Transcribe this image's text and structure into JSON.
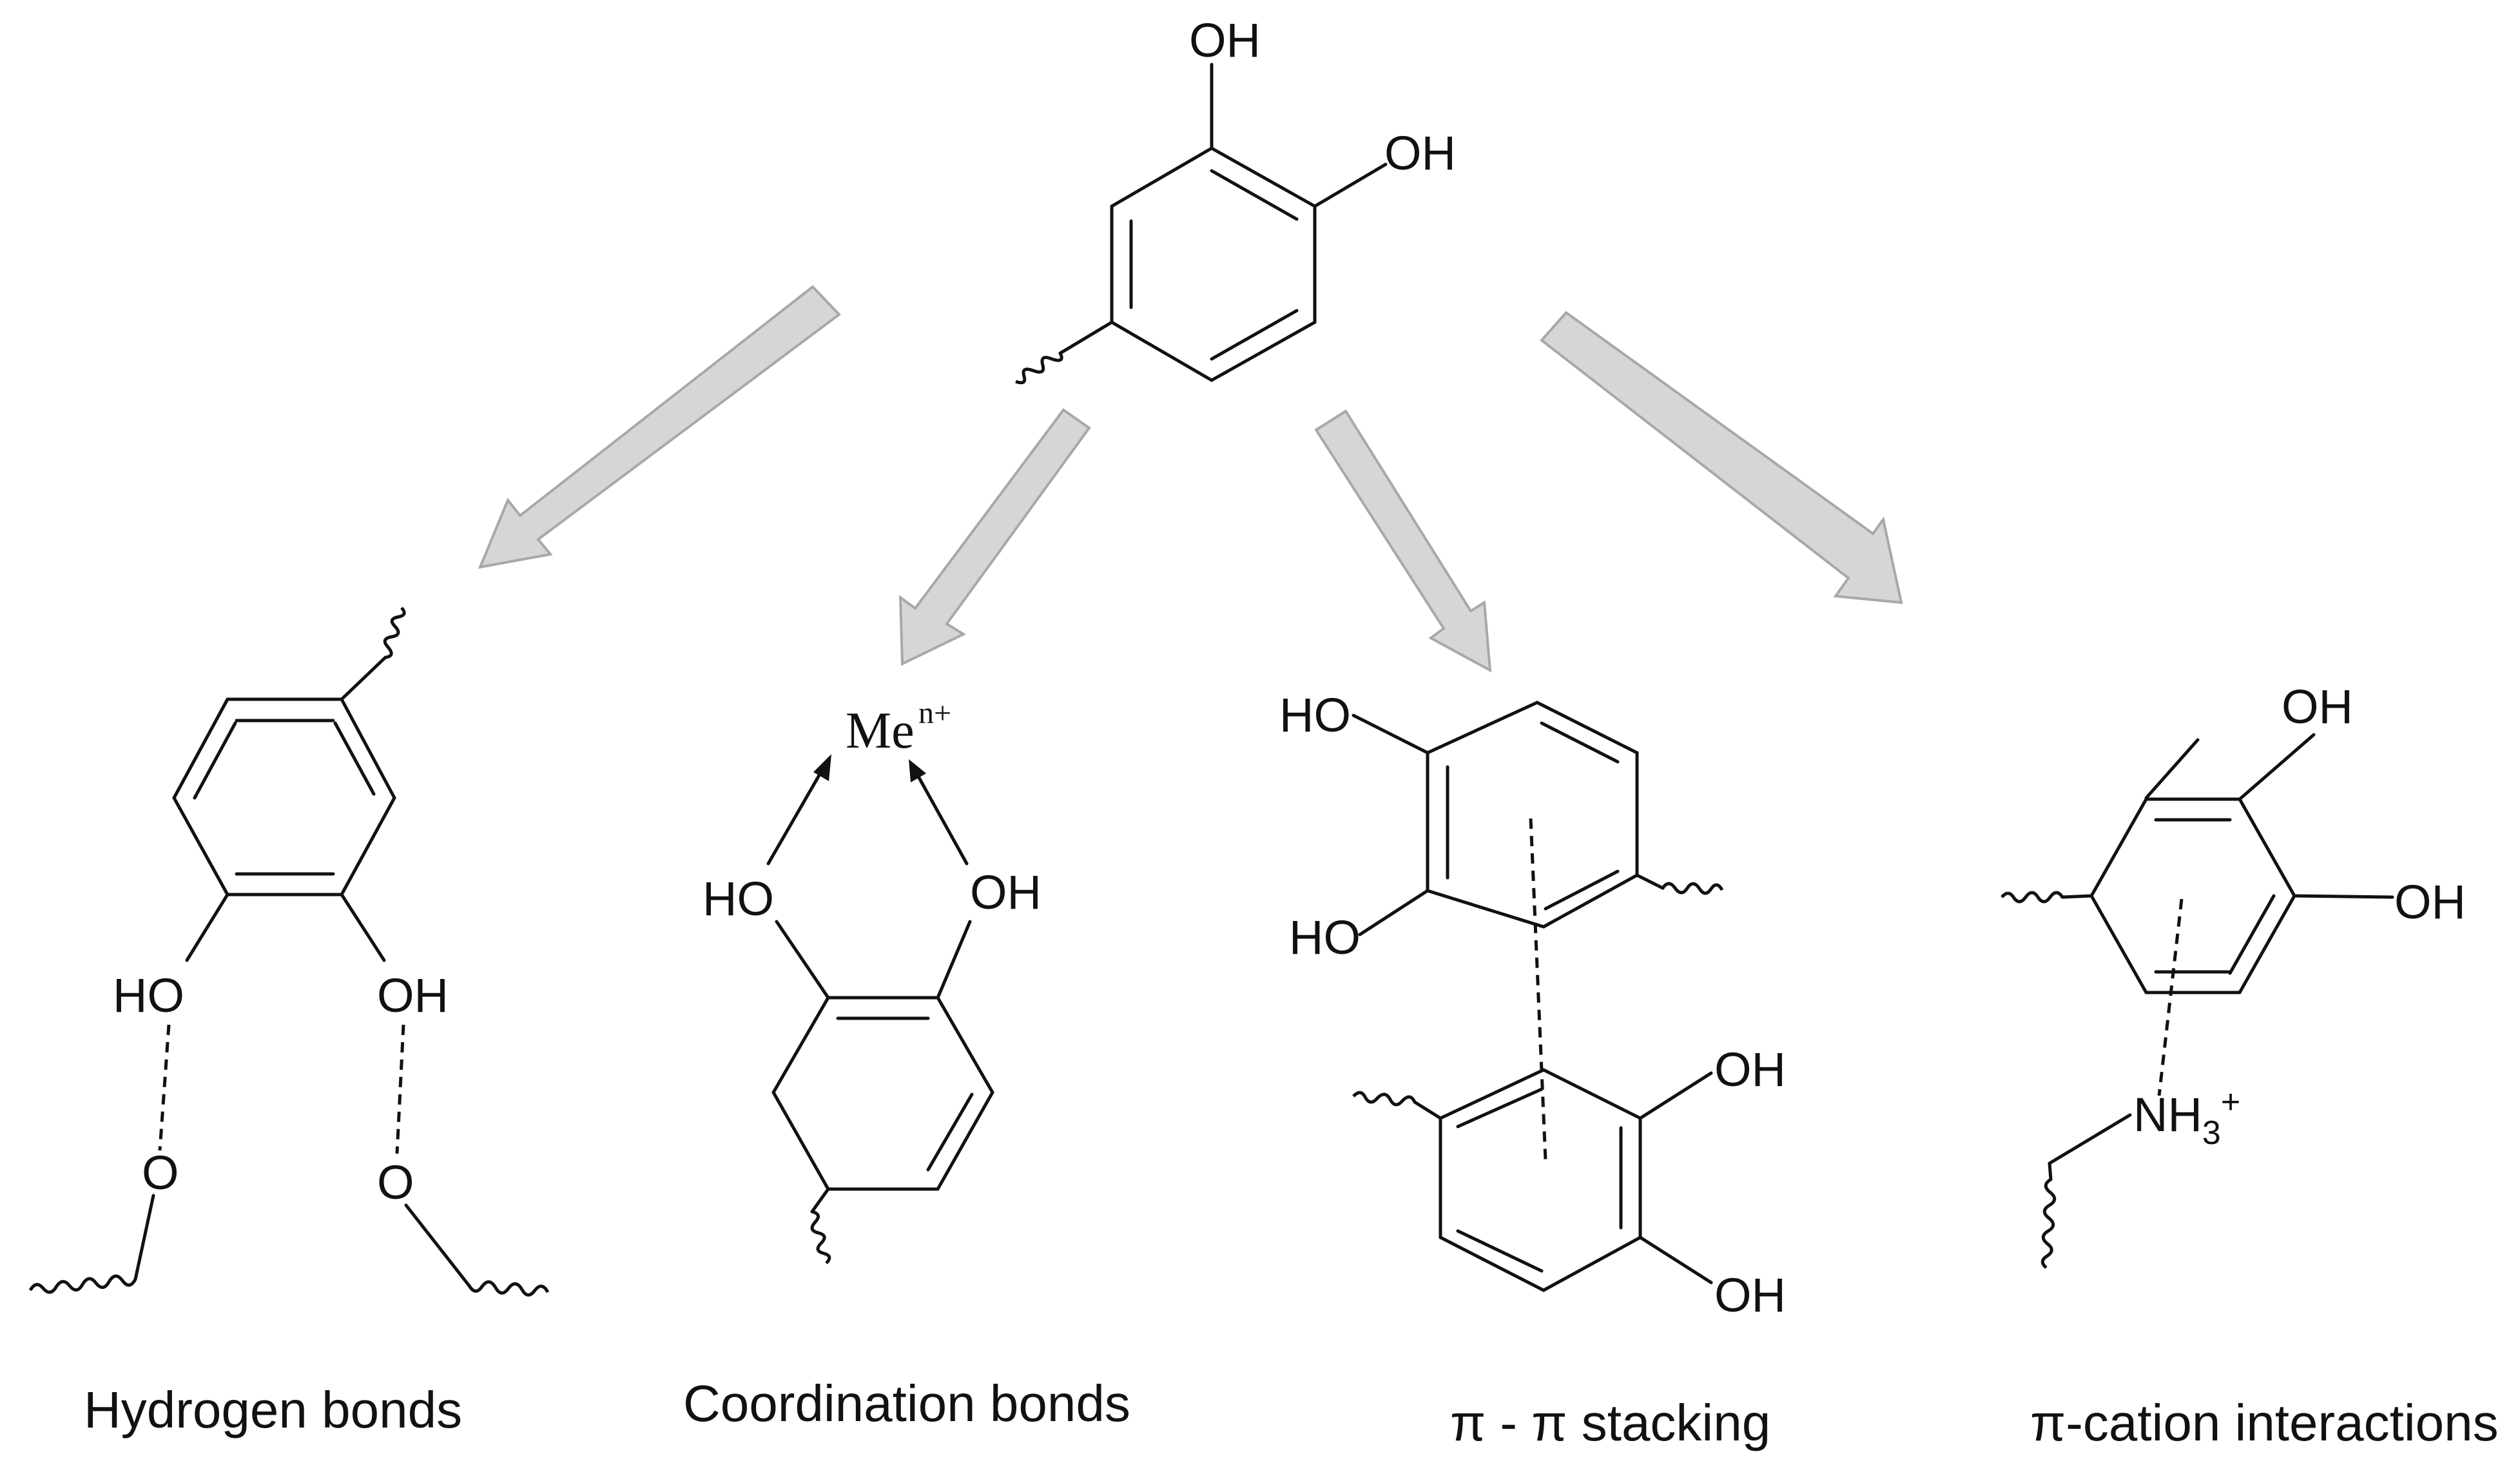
{
  "molecule": {
    "top_oh_1": "OH",
    "top_oh_2": "OH"
  },
  "hydrogen_bonds": {
    "left_oh": "HO",
    "right_oh": "OH",
    "left_o": "O",
    "right_o": "O",
    "caption": "Hydrogen bonds"
  },
  "coordination": {
    "metal": "Me",
    "charge": "n+",
    "left_oh": "HO",
    "right_oh": "OH",
    "caption": "Coordination bonds"
  },
  "pi_stacking": {
    "top_ho_1": "HO",
    "top_ho_2": "HO",
    "bottom_oh_1": "OH",
    "bottom_oh_2": "OH",
    "caption": "π - π stacking"
  },
  "pi_cation": {
    "oh_1": "OH",
    "oh_2": "OH",
    "nh": "NH",
    "sub": "3",
    "sup": "+",
    "caption": "π-cation interactions"
  },
  "colors": {
    "arrow_fill": "#d6d6d6",
    "arrow_stroke": "#a8a8a8",
    "ink": "#111111"
  }
}
